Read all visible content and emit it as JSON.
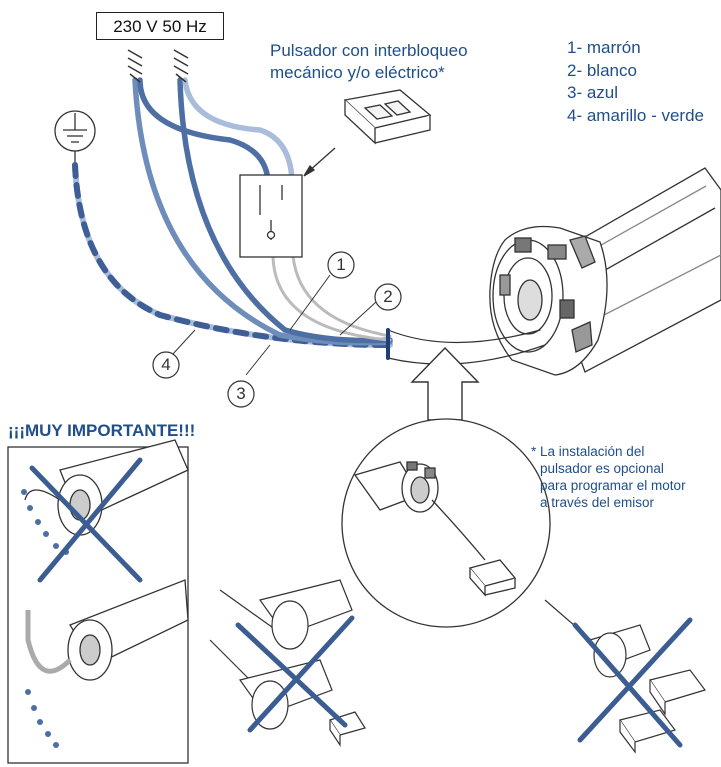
{
  "supply": {
    "label": "230 V  50 Hz"
  },
  "pushbutton": {
    "line1": "Pulsador con interbloqueo",
    "line2": "mecánico y/o eléctrico*"
  },
  "legend": {
    "items": [
      "1- marrón",
      "2- blanco",
      "3- azul",
      "4- amarillo - verde"
    ]
  },
  "callouts": [
    "1",
    "2",
    "3",
    "4"
  ],
  "warning": {
    "title": "¡¡¡MUY IMPORTANTE!!!"
  },
  "footnote": {
    "star": "*",
    "lines": [
      "La instalación del",
      "pulsador es opcional",
      "para programar el motor",
      "a través del emisor"
    ]
  },
  "colors": {
    "wire_brown": "#4d6fa3",
    "wire_blue": "#6e8dbb",
    "wire_white": "#a9bddb",
    "earth_dash": "#3f5e95",
    "cross": "#3c5d92",
    "text": "#1f4f8a"
  },
  "icons": [
    "earth-ground-icon",
    "push-button-icon",
    "switch-box-icon",
    "motor-icon",
    "arrow-up-icon",
    "cross-icon"
  ]
}
